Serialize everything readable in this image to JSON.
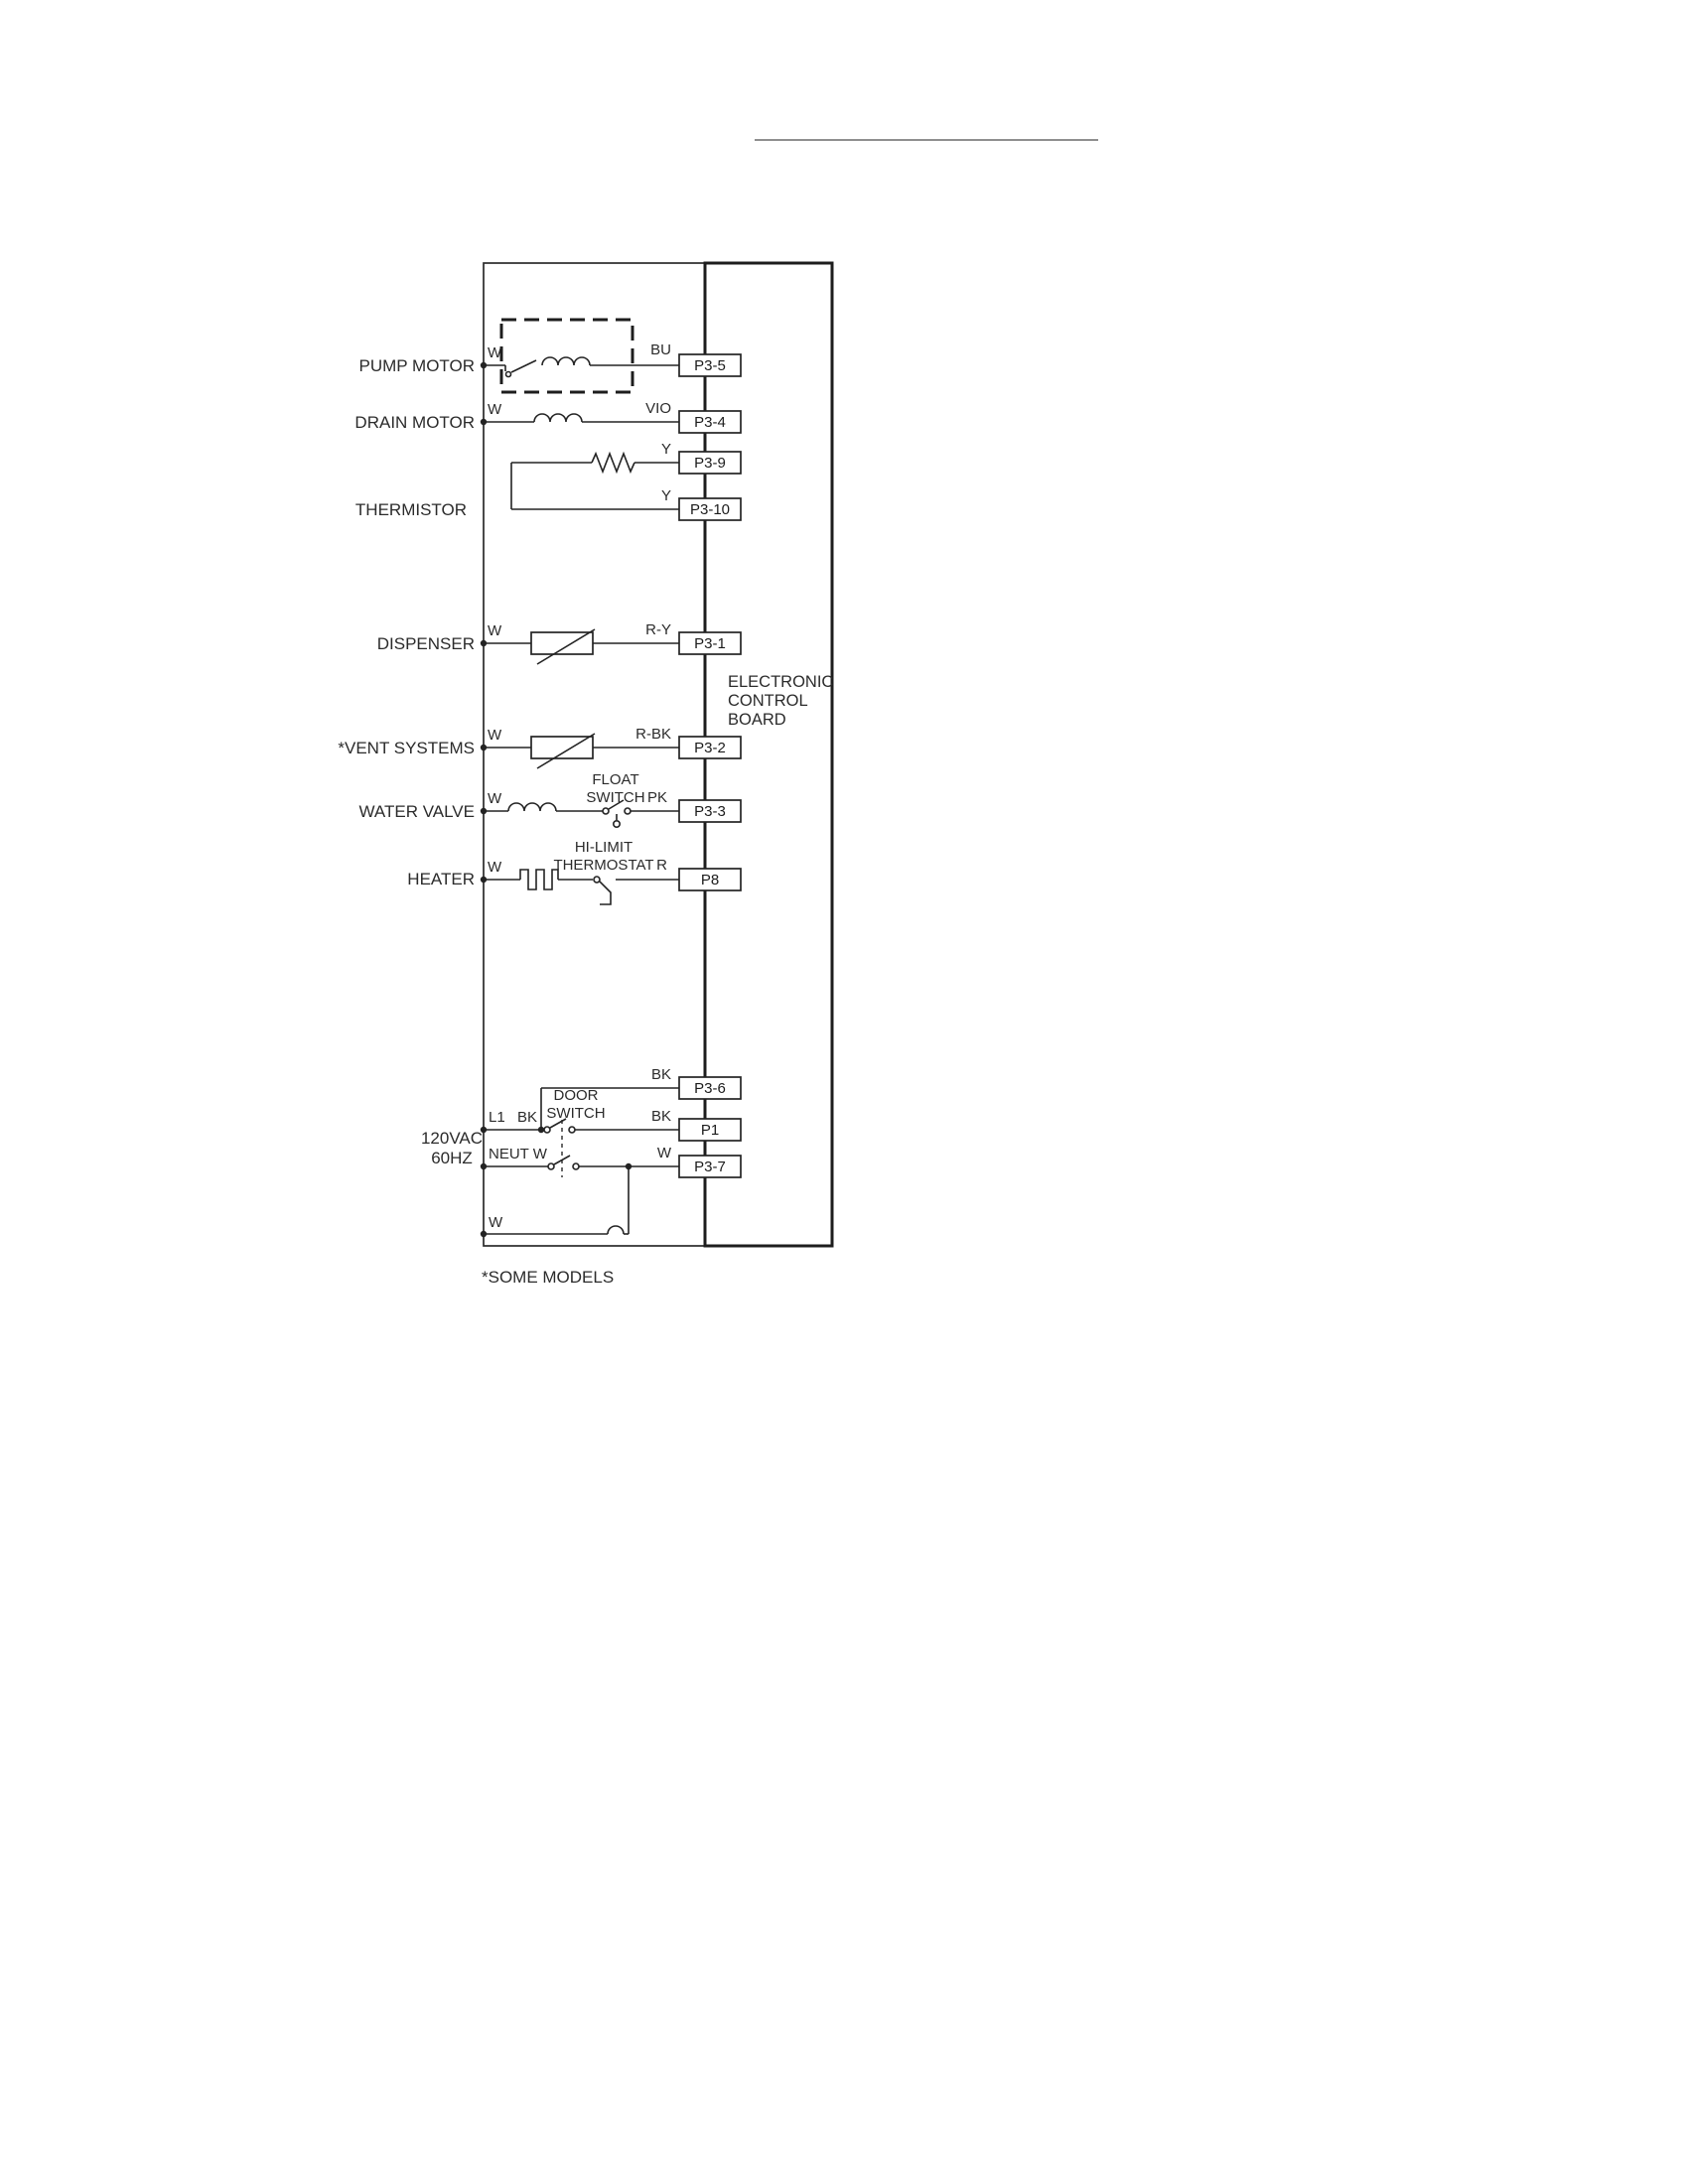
{
  "footnote": "*SOME MODELS",
  "board": {
    "line1": "ELECTRONIC",
    "line2": "CONTROL",
    "line3": "BOARD"
  },
  "rows": {
    "pump": {
      "label": "PUMP MOTOR",
      "left": "W",
      "right": "BU",
      "conn": "P3-5"
    },
    "drain": {
      "label": "DRAIN MOTOR",
      "left": "W",
      "right": "VIO",
      "conn": "P3-4"
    },
    "thermistor": {
      "label": "THERMISTOR",
      "right_top": "Y",
      "conn_top": "P3-9",
      "right_bottom": "Y",
      "conn_bottom": "P3-10"
    },
    "dispenser": {
      "label": "DISPENSER",
      "left": "W",
      "right": "R-Y",
      "conn": "P3-1"
    },
    "vent": {
      "label": "*VENT SYSTEMS",
      "left": "W",
      "right": "R-BK",
      "conn": "P3-2"
    },
    "water": {
      "label": "WATER VALVE",
      "left": "W",
      "switch1": "FLOAT",
      "switch2": "SWITCH",
      "right": "PK",
      "conn": "P3-3"
    },
    "heater": {
      "label": "HEATER",
      "left": "W",
      "switch1": "HI-LIMIT",
      "switch2": "THERMOSTAT",
      "right": "R",
      "conn": "P8"
    }
  },
  "power": {
    "source1": "120VAC",
    "source2": "60HZ",
    "top_wire": "BK",
    "top_conn": "P3-6",
    "door1": "DOOR",
    "door2": "SWITCH",
    "l1": "L1",
    "l1_color": "BK",
    "mid_wire": "BK",
    "mid_conn": "P1",
    "neut": "NEUT W",
    "bottom_wire": "W",
    "bottom_conn": "P3-7",
    "return_wire": "W"
  }
}
